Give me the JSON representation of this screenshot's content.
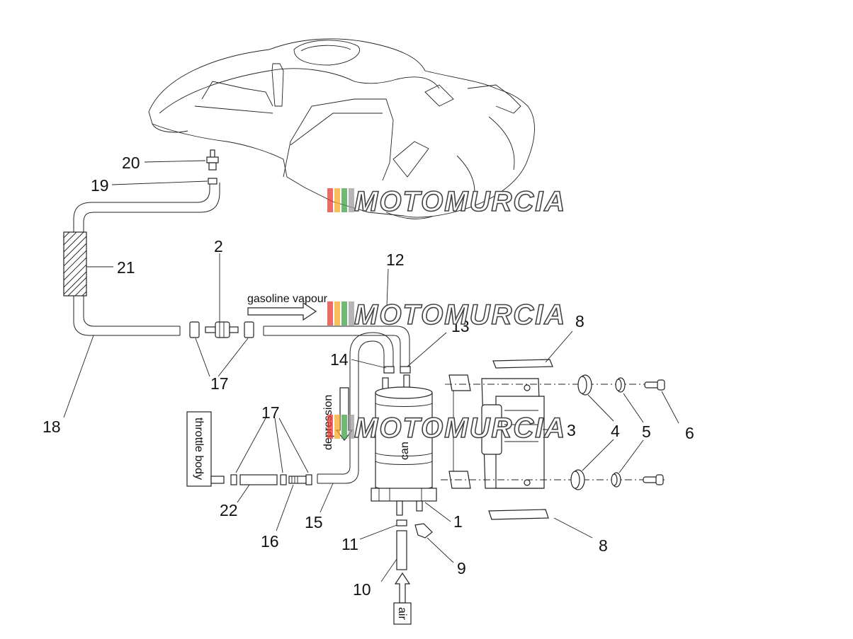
{
  "callouts": {
    "n1": "1",
    "n2": "2",
    "n3": "3",
    "n4": "4",
    "n5": "5",
    "n6": "6",
    "n8a": "8",
    "n8b": "8",
    "n9": "9",
    "n10": "10",
    "n11": "11",
    "n12": "12",
    "n13": "13",
    "n14": "14",
    "n15": "15",
    "n16": "16",
    "n17a": "17",
    "n17b": "17",
    "n18": "18",
    "n19": "19",
    "n20": "20",
    "n21": "21",
    "n22": "22"
  },
  "flow_labels": {
    "gasoline_vapour": "gasoline vapour",
    "throttle_body": "throttle body",
    "depression": "depression",
    "canister": "can",
    "air": "air"
  },
  "watermark": {
    "text": "MOTOMURCIA",
    "stripe_colors": [
      "#e53935",
      "#f9a825",
      "#43a047",
      "#9e9e9e"
    ]
  }
}
